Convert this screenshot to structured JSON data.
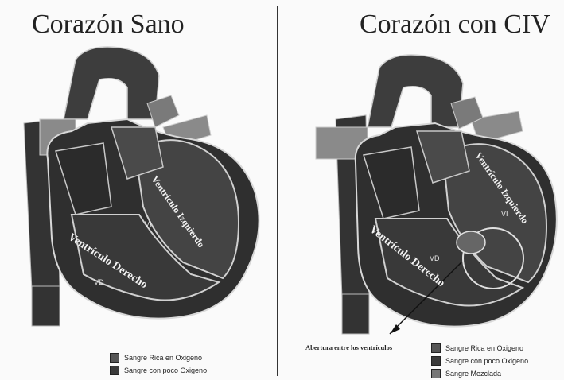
{
  "left": {
    "title": "Corazón Sano",
    "labels": {
      "left_ventricle": "Ventrículo Izquierdo",
      "right_ventricle": "Ventrículo Derecho",
      "vi": "VI",
      "vd": "VD"
    },
    "legend": [
      {
        "label": "Sangre Rica en Oxigeno",
        "color": "#555555"
      },
      {
        "label": "Sangre con poco Oxigeno",
        "color": "#3a3a3a"
      }
    ]
  },
  "right": {
    "title": "Corazón con CIV",
    "labels": {
      "left_ventricle": "Ventrículo Izquierdo",
      "right_ventricle": "Ventrículo Derecho",
      "vi": "VI",
      "vd": "VD"
    },
    "opening_label": "Abertura entre los ventrículos",
    "legend": [
      {
        "label": "Sangre Rica en Oxigeno",
        "color": "#555555"
      },
      {
        "label": "Sangre con poco Oxigeno",
        "color": "#3a3a3a"
      },
      {
        "label": "Sangre Mezclada",
        "color": "#777777"
      }
    ]
  }
}
